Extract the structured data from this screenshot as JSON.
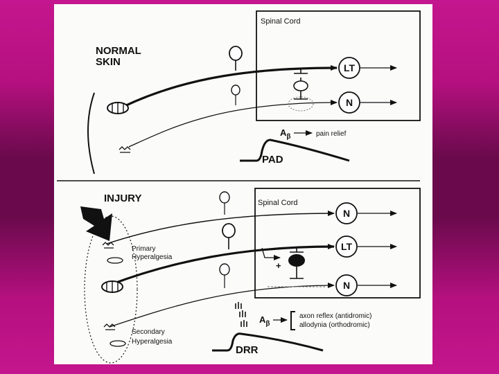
{
  "normal": {
    "title_line1": "NORMAL",
    "title_line2": "SKIN",
    "box_label": "Spinal Cord",
    "targets": [
      "LT",
      "N"
    ],
    "abeta_main": "A",
    "abeta_sub": "β",
    "arrow_text": "pain relief",
    "pad_label": "PAD"
  },
  "injury": {
    "title": "INJURY",
    "box_label": "Spinal Cord",
    "targets": [
      "N",
      "LT",
      "N"
    ],
    "primary_line1": "Primary",
    "primary_line2": "Hyperalgesia",
    "secondary_line1": "Secondary",
    "secondary_line2": "Hyperalgesia",
    "plus_sign": "+",
    "abeta_main": "A",
    "abeta_sub": "β",
    "effect1": "axon reflex (antidromic)",
    "effect2": "allodynia (orthodromic)",
    "drr_label": "DRR"
  }
}
